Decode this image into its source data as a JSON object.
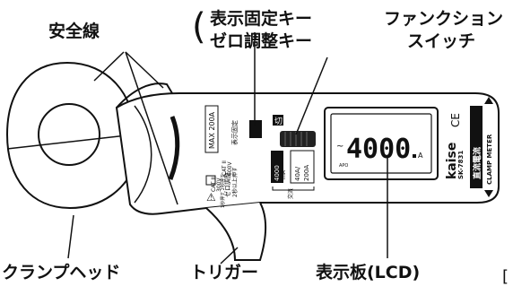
{
  "callouts": {
    "safety_line": "安全線",
    "hold_key_line1": "表示固定キー",
    "hold_key_line2": "ゼロ調整キー",
    "function_line1": "ファンクション",
    "function_line2": "スイッチ",
    "clamp_head": "クランプヘッド",
    "trigger": "トリガー",
    "display": "表示板(LCD)",
    "edge_mark": "["
  },
  "device": {
    "max_badge": "MAX 200A",
    "hold_label": "表示固定",
    "zero_label1": "ゼロ調整",
    "zero_label2": "2秒以上押す",
    "cat_line1": "CAT III",
    "cat_line2": "300V",
    "cat_line3": "CAT II",
    "cat_line4": "600V",
    "side_note": "1秒押す  2秒押す",
    "off_label": "切",
    "range1_line1": "4000",
    "range1_line2": "mA",
    "range2_line1": "40A/",
    "range2_line2": "200A",
    "ac_label": "交流",
    "lcd_value": "4000",
    "lcd_unit": "A",
    "lcd_apo": "APO",
    "lcd_ac": "~",
    "brand": "kaise",
    "model": "SK-7831",
    "ce_mark": "CE",
    "type_jp": "直流電流",
    "type_en": "CLAMP METER"
  }
}
